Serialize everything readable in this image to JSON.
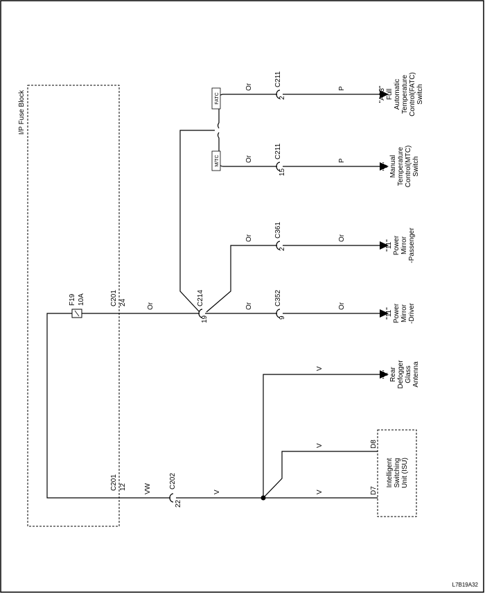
{
  "fuse_block": {
    "name": "I/P Fuse Block"
  },
  "fuse": {
    "id": "F19",
    "rating": "10A"
  },
  "connectors": {
    "c201_top": {
      "name": "C201",
      "pin": "24"
    },
    "c201_bot": {
      "name": "C201",
      "pin": "12"
    },
    "c202": {
      "name": "C202",
      "pin": "22"
    },
    "c214": {
      "name": "C214",
      "pin": "19"
    },
    "c352": {
      "name": "C352",
      "pin": "9"
    },
    "c361": {
      "name": "C361",
      "pin": "2"
    },
    "c211_a": {
      "name": "C211",
      "pin": "2"
    },
    "c211_b": {
      "name": "C211",
      "pin": "15"
    },
    "d8": {
      "name": "D8"
    },
    "d7": {
      "name": "D7"
    }
  },
  "wires": {
    "or_main": "Or",
    "or_driver_pre": "Or",
    "or_driver_post": "Or",
    "or_pass_pre": "Or",
    "or_pass_post": "Or",
    "or_fatc": "Or",
    "or_mtc": "Or",
    "p_fatc": "P",
    "p_mtc": "P",
    "vw": "VW",
    "v_main": "V",
    "v_rear": "V",
    "v_d8": "V",
    "v_d7": "V"
  },
  "options": {
    "fatc": "FATC",
    "mtc": "M/TC"
  },
  "destinations": {
    "fatc": [
      "\"A13\"",
      "Full",
      "Automatic",
      "Temperature",
      "Control(FATC)",
      "Switch"
    ],
    "mtc": [
      "\"9\"",
      "Manual",
      "Temperature",
      "Control(MTC)",
      "Switch"
    ],
    "mirror_pass": [
      "\"11\"",
      "Power",
      "Mirror",
      "-Passenger"
    ],
    "mirror_drv": [
      "\"11\"",
      "Power",
      "Mirror",
      "-Driver"
    ],
    "rear_def": [
      "\"1\"",
      "Rear",
      "Defogger",
      "Glass",
      "Antenna"
    ]
  },
  "isu": {
    "lines": [
      "Intelligent",
      "Switching",
      "Unit (ISU)"
    ]
  },
  "figure_code": "L7B19A32"
}
